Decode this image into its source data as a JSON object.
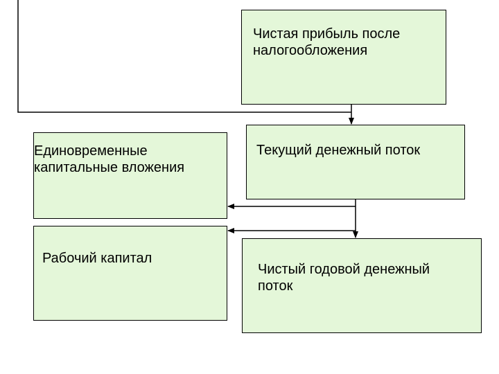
{
  "diagram": {
    "nodes": {
      "net_profit_after_tax": "Чистая прибыль после\nналогообложения",
      "current_cash_flow": "Текущий денежный поток",
      "capital_investment": "Единовременные\n капитальные вложения",
      "working_capital": "Рабочий капитал",
      "net_annual_cash_flow": "Чистый годовой денежный\n поток"
    },
    "colors": {
      "box_fill": "#e4f7d9",
      "line": "#000000"
    },
    "edges": [
      {
        "from": "upstream_line",
        "to": "current_cash_flow"
      },
      {
        "from": "current_cash_flow",
        "to": "capital_investment"
      },
      {
        "from": "current_cash_flow",
        "to": "working_capital"
      },
      {
        "from": "current_cash_flow",
        "to": "net_annual_cash_flow"
      }
    ]
  }
}
